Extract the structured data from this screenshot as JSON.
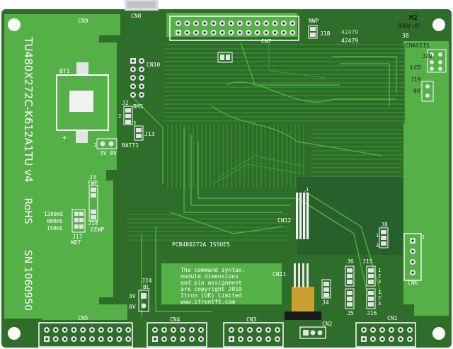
{
  "board": {
    "vertical_label_1": "TU480X272C-K612A1TU v4",
    "vertical_label_2": "RoHS",
    "vertical_label_3": "SN 1060950",
    "pcb_id": "PCB480272A ISSUE5",
    "copyright_lines": [
      "The command syntax,",
      "module dimensions",
      "and pin assignment",
      "are copyright 2010",
      "Itron (UK) Limited",
      "www.itrontft.com"
    ],
    "rating": "94V-0",
    "m2": "M2",
    "part_a": "42479",
    "part_b": "42479",
    "small_code": "38",
    "bms": "BMS",
    "batt": "BATT1",
    "bt1": "BT1",
    "batt_plus": "+",
    "batt_3v": "3V",
    "batt_0v": "0V",
    "chassis": "CHASSIS",
    "lcd": "LCD",
    "zero_v": "0V",
    "fwp": "FWP",
    "eewp": "EEWP",
    "wdt": "WDT",
    "wdt_1200": "1200mS",
    "wdt_600": "600mS",
    "wdt_150": "150mS",
    "nwp": "NWP",
    "bl": "BL",
    "bl_3v": "3V",
    "bl_0v": "0V",
    "pin_1": "1",
    "pin_2": "2",
    "pin_3": "3"
  },
  "connectors": {
    "cn1": "CN1",
    "cn2": "CN2",
    "cn3": "CN3",
    "cn4": "CN4",
    "cn5": "CN5",
    "cn6": "CN6",
    "cn7": "CN7",
    "cn8": "CN8",
    "cn9": "CN9",
    "cn10": "CN10",
    "cn11": "CN11",
    "cn12": "CN12"
  },
  "jumpers": {
    "j2": "J2",
    "j3": "J3",
    "j4": "J4",
    "j5": "J5",
    "j6": "J6",
    "j8": "J8",
    "j13": "J13",
    "j14": "J14",
    "j15": "J15",
    "j16": "J16",
    "j17": "J17",
    "j18": "J18",
    "j19": "J19",
    "j20": "J20",
    "j24": "J24"
  },
  "colors": {
    "board": "#2e6e2a",
    "plane": "#56b048",
    "silkscreen": "#ffffff",
    "pad": "#e2e4e6",
    "hole": "#111111",
    "gold": "#c9a02e"
  }
}
